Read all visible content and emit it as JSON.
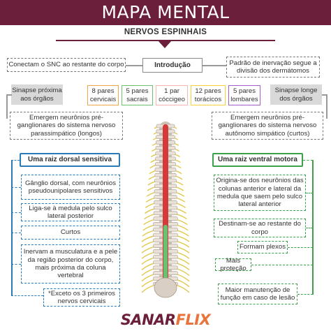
{
  "banner": {
    "title": "MAPA MENTAL"
  },
  "subtitle": "NERVOS ESPINHAIS",
  "intro": "Introdução",
  "left_top": "Conectam o SNC ao restante do corpo",
  "right_top": "Padrão de inervação segue a divisão dos dermátomos",
  "side_left": "Sinapse próxima aos órgãos",
  "side_right": "Sinapse longe dos órgãos",
  "pairs": [
    {
      "label": "8 pares cervicais",
      "color": "#f0a64a"
    },
    {
      "label": "5 pares sacrais",
      "color": "#6cc070"
    },
    {
      "label": "1 par cóccigeo",
      "color": "#f7b9ae"
    },
    {
      "label": "12 pares torácicos",
      "color": "#f3d23a"
    },
    {
      "label": "5 pares lombares",
      "color": "#a45bd6"
    }
  ],
  "para": "Emergem neurônios pré-ganglionares do sistema nervoso parassimpático (longos)",
  "simp": "Emergem neurônios pré-ganglionares do sistema nervoso autônomo simpático (curtos)",
  "dorsal": {
    "header": "Uma raiz dorsal sensitiva",
    "items": [
      "Gânglio dorsal, com neurônios pseudounipolares sensitivos",
      "Liga-se à medula pelo sulco lateral posterior",
      "Curtos",
      "Inervam a musculatura e a pele da região posterior do corpo, mais próxima da coluna vertebral",
      "*Exceto os 3 primeiros nervos cervicais"
    ]
  },
  "ventral": {
    "header": "Uma raiz ventral motora",
    "items": [
      "Origina-se dos neurônios das colunas anterior e lateral da medula que saem pelo sulco lateral anterior",
      "Destinam-se ao restante do corpo",
      "Formam plexos",
      "Mais proteção",
      "Maior manutenção de função em caso de lesão"
    ]
  },
  "logo": {
    "part1": "SANAR",
    "part2": "FLIX"
  },
  "colors": {
    "accent": "#6b1f3a",
    "blue": "#2b7ab8",
    "green": "#3da14a",
    "logo_orange": "#e8743b"
  }
}
